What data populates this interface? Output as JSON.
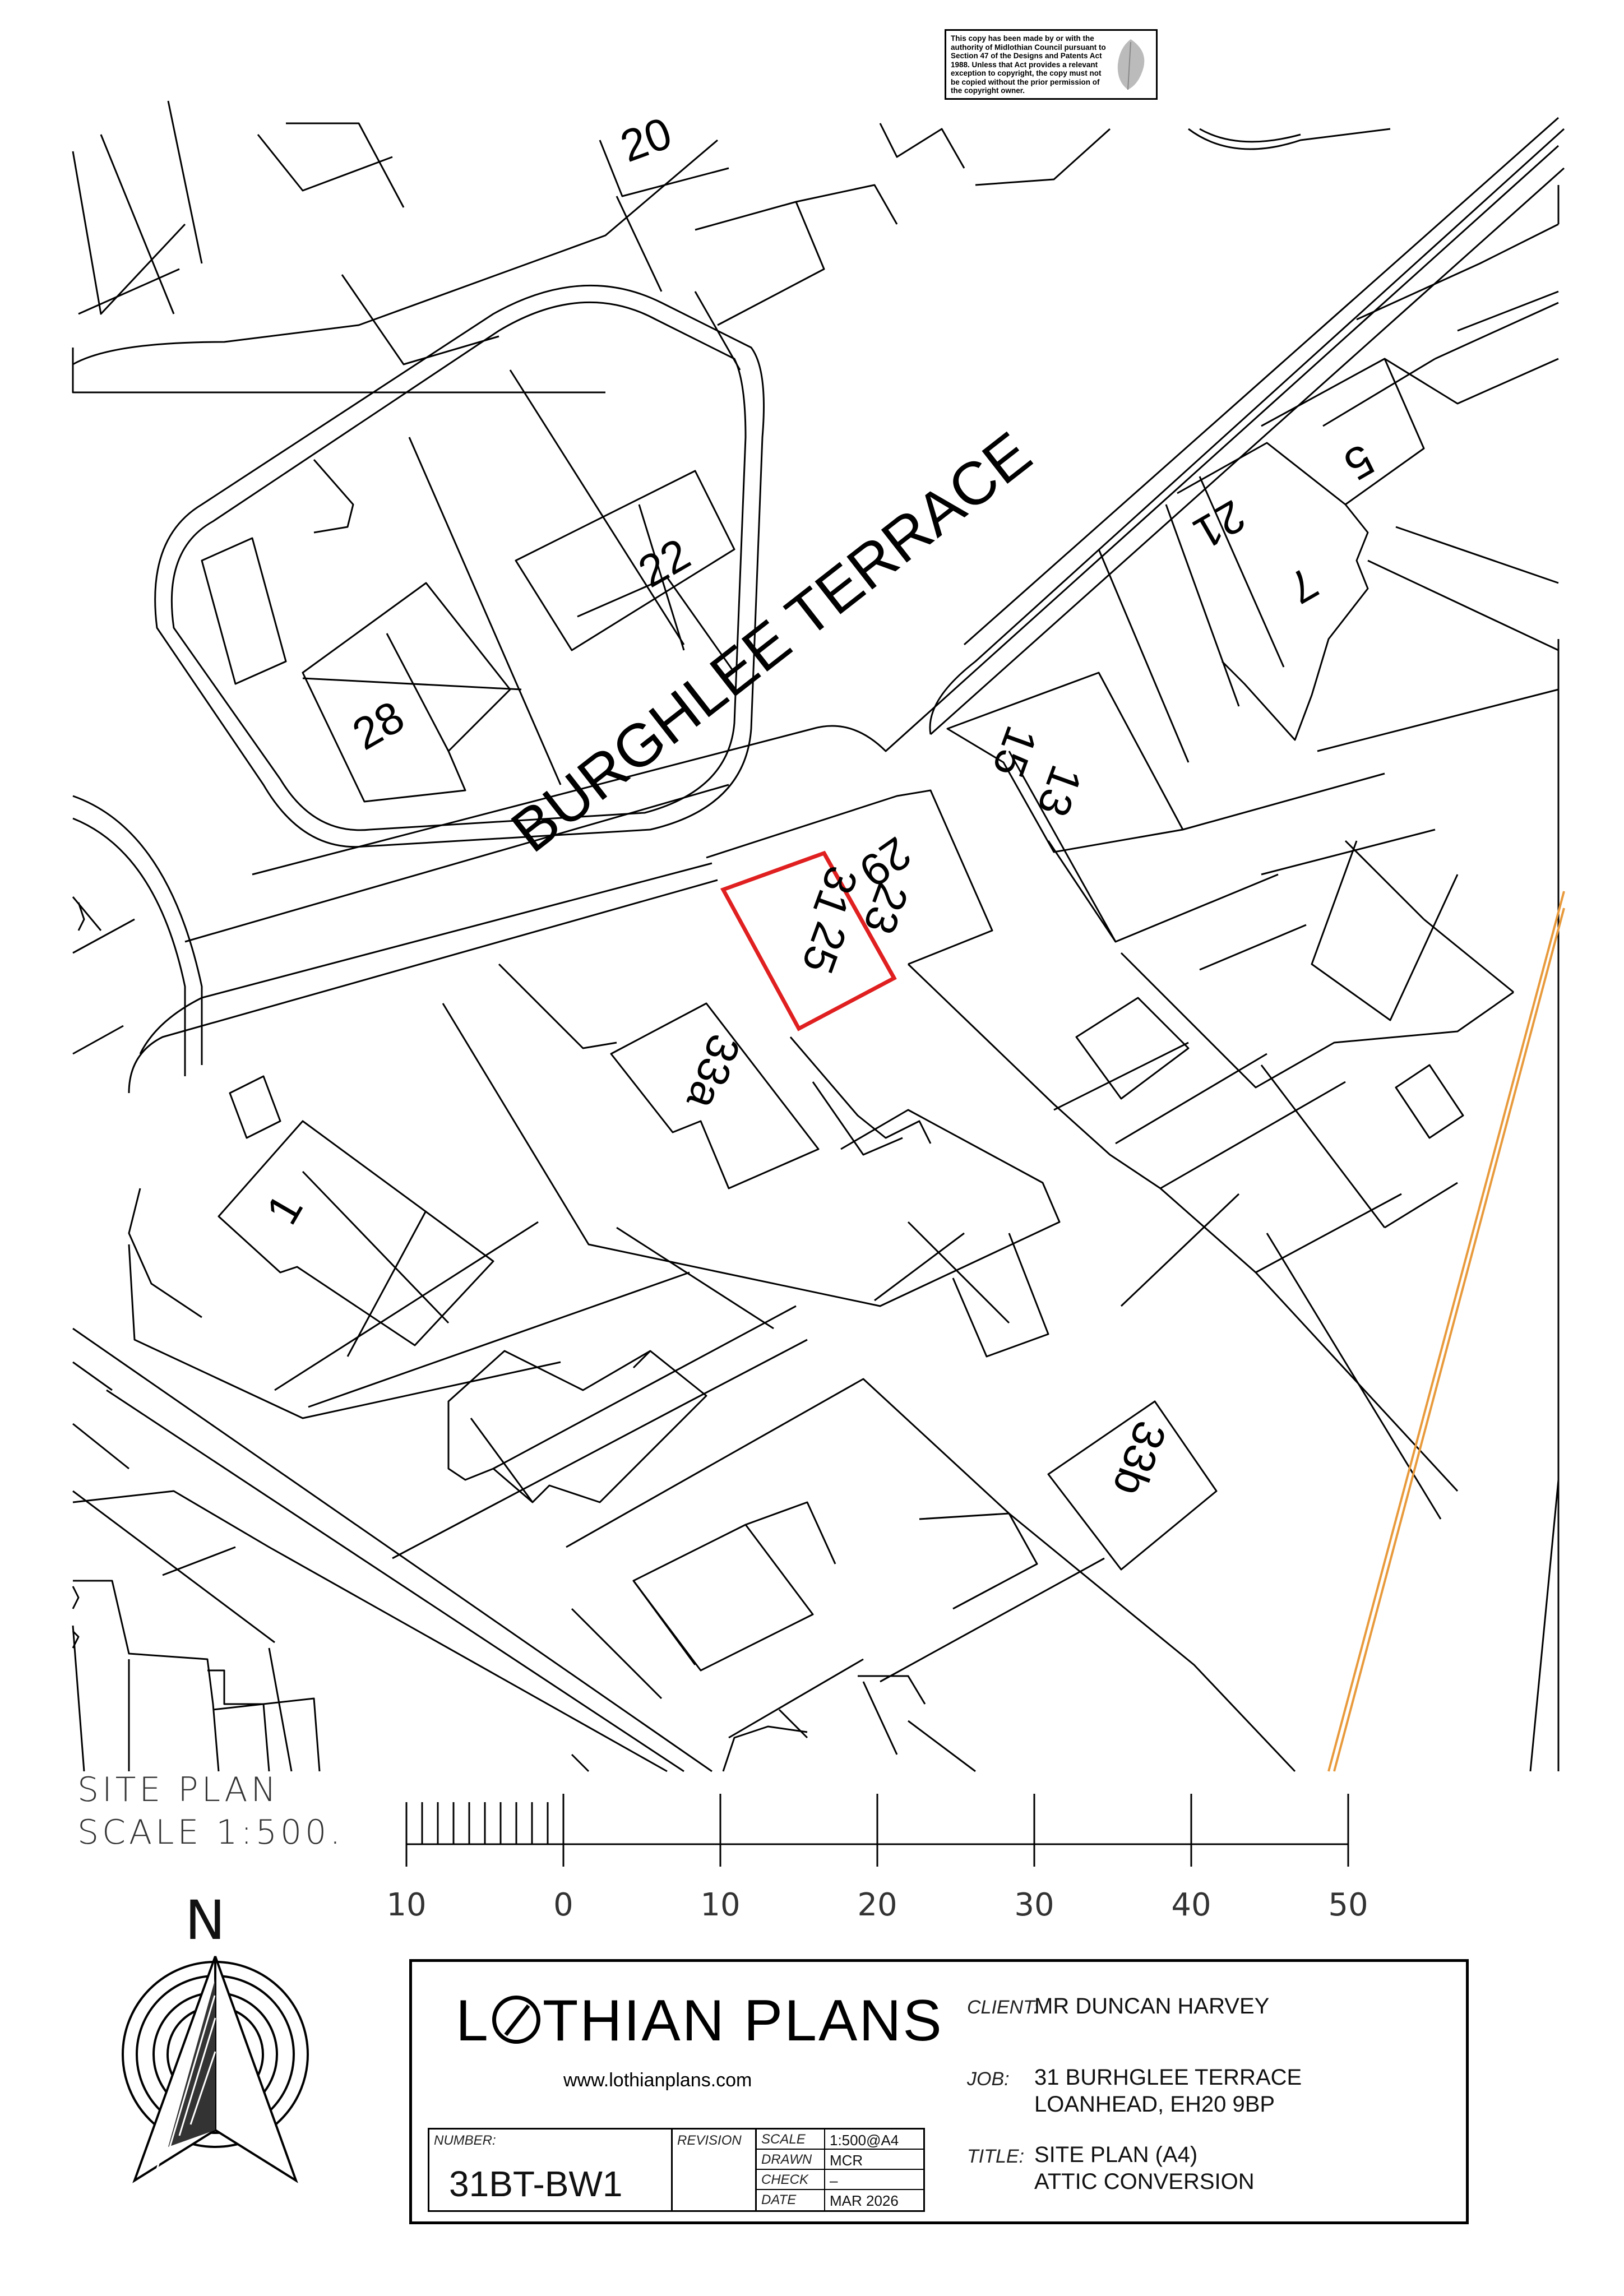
{
  "copyright_notice": "This copy has been made by or with the authority of Midlothian Council pursuant to Section 47 of the Designs and Patents Act 1988. Unless that Act provides a relevant exception to copyright, the copy must not be copied without the prior permission of the copyright owner.",
  "map": {
    "street_name": "BURGHLEE TERRACE",
    "plot_numbers": [
      "20",
      "22",
      "28",
      "5",
      "21",
      "7",
      "15",
      "13",
      "29",
      "31",
      "23",
      "25",
      "33a",
      "1",
      "33b"
    ],
    "site_outline_color": "#e02020",
    "railway_line_color": "#e89a3c"
  },
  "scale": {
    "title_line1": "SITE PLAN",
    "title_line2": "SCALE 1:500.",
    "ticks": [
      "10",
      "0",
      "10",
      "20",
      "30",
      "40",
      "50"
    ]
  },
  "north_arrow": {
    "letter": "N"
  },
  "title_block": {
    "company_prefix": "L",
    "company_suffix": "THIAN PLANS",
    "website": "www.lothianplans.com",
    "client_label": "CLIENT:",
    "client_value": "MR DUNCAN HARVEY",
    "job_label": "JOB:",
    "job_value": "31 BURHGLEE TERRACE\nLOANHEAD, EH20 9BP",
    "title_label": "TITLE:",
    "title_value": "SITE PLAN (A4)\nATTIC CONVERSION",
    "number_label": "NUMBER:",
    "number_value": "31BT-BW1",
    "revision_label": "REVISION",
    "grid": [
      {
        "key": "SCALE",
        "value": "1:500@A4"
      },
      {
        "key": "DRAWN",
        "value": "MCR"
      },
      {
        "key": "CHECK",
        "value": "–"
      },
      {
        "key": "DATE",
        "value": "MAR 2026"
      }
    ]
  }
}
